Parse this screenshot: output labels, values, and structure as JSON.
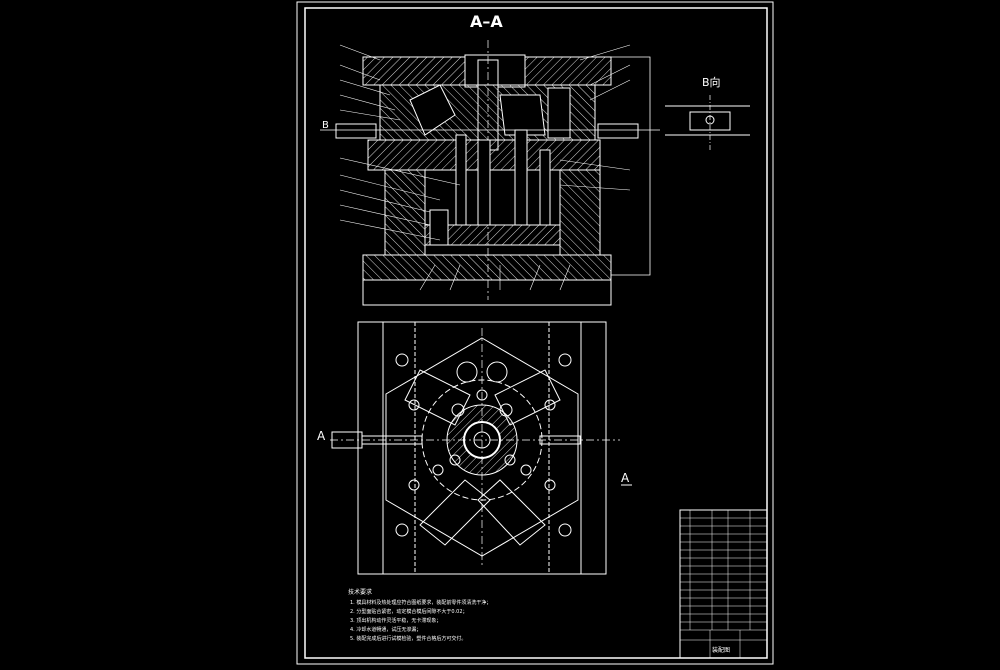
{
  "drawing": {
    "section_title": "A–A",
    "view_b_label": "B向",
    "marker_b": "B",
    "marker_a_left": "A",
    "marker_a_right": "A",
    "notes_heading": "技术要求",
    "notes": [
      "1. 模具材料及热处理应符合图纸要求，装配前零件须清洗干净；",
      "2. 分型面贴合紧密，动定模合模后间隙不大于0.02；",
      "3. 顶出机构动作灵活平稳，无卡滞现象；",
      "4. 冷却水道畅通，试压无渗漏；",
      "5. 装配完成后进行试模检验，塑件合格后方可交付。"
    ]
  },
  "title_block": {
    "drawing_name": "装配图",
    "company": "",
    "rows": [
      "",
      "",
      "",
      "",
      "",
      "",
      "",
      "",
      "",
      "",
      "",
      "",
      "",
      "",
      ""
    ]
  },
  "colors": {
    "background": "#000000",
    "line": "#ffffff",
    "hatch": "#d8d8d8"
  }
}
